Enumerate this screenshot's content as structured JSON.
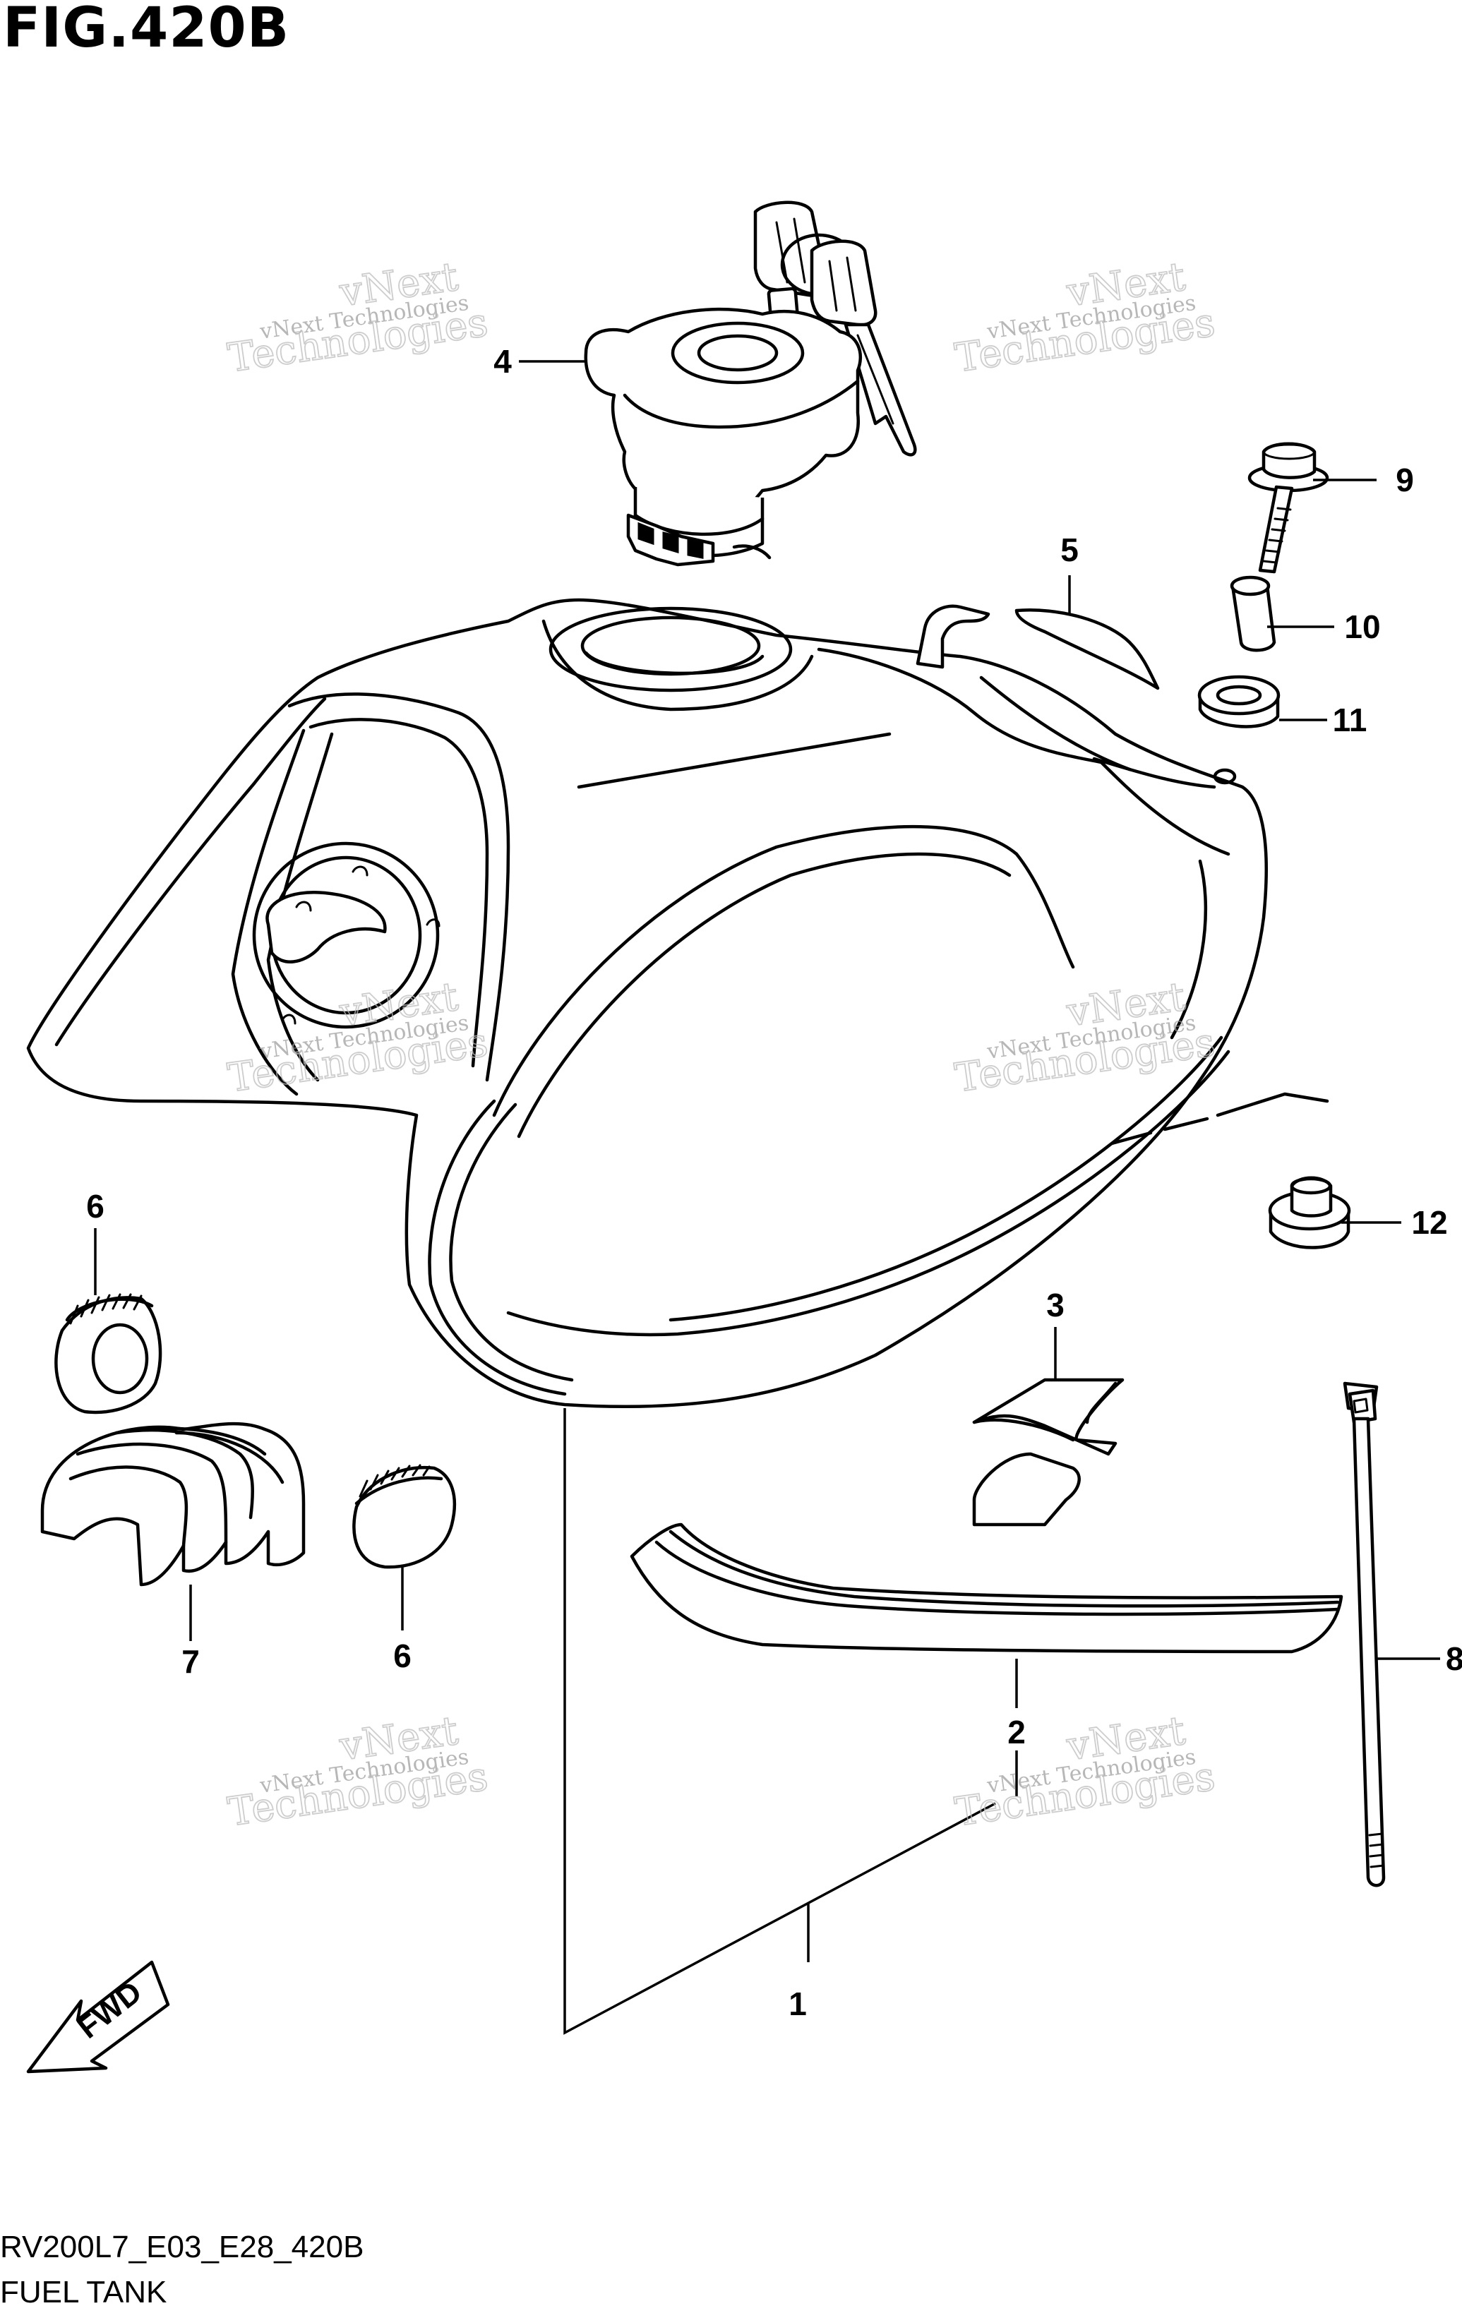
{
  "figure": {
    "title": "FIG.420B"
  },
  "footer": {
    "code": "RV200L7_E03_E28_420B",
    "name": "FUEL TANK"
  },
  "direction": {
    "label": "FWD"
  },
  "watermark": {
    "line1": "vNext Technologies",
    "line2": "vNext",
    "line3": "Technologies"
  },
  "callouts": [
    {
      "id": "1",
      "part": "fuel-tank"
    },
    {
      "id": "2",
      "part": "tank-stripe"
    },
    {
      "id": "3",
      "part": "emblem"
    },
    {
      "id": "4",
      "part": "fuel-cap"
    },
    {
      "id": "5",
      "part": "tank-pad"
    },
    {
      "id": "6",
      "part": "cushion-front"
    },
    {
      "id": "6",
      "part": "cushion-rear"
    },
    {
      "id": "7",
      "part": "rear-cushion-block"
    },
    {
      "id": "8",
      "part": "cable-tie"
    },
    {
      "id": "9",
      "part": "bolt"
    },
    {
      "id": "10",
      "part": "spacer"
    },
    {
      "id": "11",
      "part": "grommet"
    },
    {
      "id": "12",
      "part": "cushion-rear-mount"
    }
  ]
}
